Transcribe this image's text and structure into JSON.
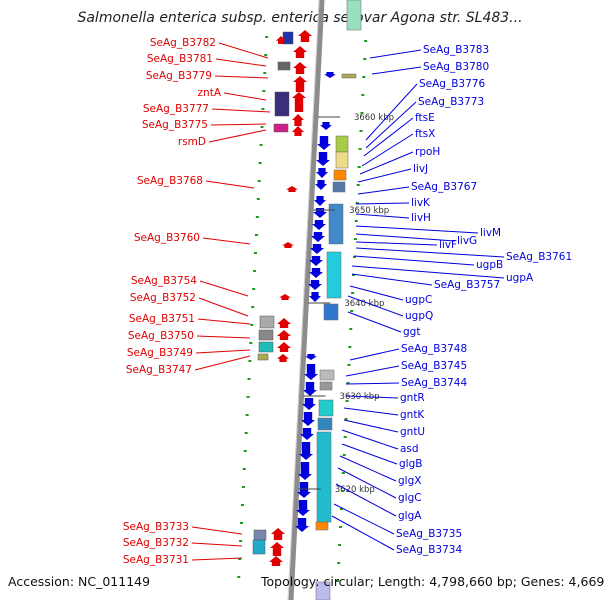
{
  "title": "Salmonella enterica subsp. enterica serovar Agona str. SL483...",
  "footer": {
    "accession": "Accession: NC_011149",
    "meta": "Topology: circular; Length: 4,798,660 bp; Genes: 4,669"
  },
  "colors": {
    "reverse": "#e00000",
    "forward": "#0000dd",
    "backbone": "#808080"
  },
  "kbp_marks": [
    "3660 kbp",
    "3650 kbp",
    "3640 kbp",
    "3630 kbp",
    "3620 kbp"
  ],
  "left_labels": [
    "SeAg_B3782",
    "SeAg_B3781",
    "SeAg_B3779",
    "zntA",
    "SeAg_B3777",
    "SeAg_B3775",
    "rsmD",
    "SeAg_B3768",
    "SeAg_B3760",
    "SeAg_B3754",
    "SeAg_B3752",
    "SeAg_B3751",
    "SeAg_B3750",
    "SeAg_B3749",
    "SeAg_B3747",
    "SeAg_B3733",
    "SeAg_B3732",
    "SeAg_B3731"
  ],
  "right_labels": [
    "SeAg_B3783",
    "SeAg_B3780",
    "SeAg_B3776",
    "SeAg_B3773",
    "ftsE",
    "ftsX",
    "rpoH",
    "livJ",
    "SeAg_B3767",
    "livK",
    "livH",
    "livM",
    "livG",
    "livF",
    "SeAg_B3761",
    "ugpB",
    "ugpA",
    "SeAg_B3757",
    "ugpC",
    "ugpQ",
    "ggt",
    "SeAg_B3748",
    "SeAg_B3745",
    "SeAg_B3744",
    "gntR",
    "gntK",
    "gntU",
    "asd",
    "glgB",
    "glgX",
    "glgC",
    "glgA",
    "SeAg_B3735",
    "SeAg_B3734"
  ]
}
